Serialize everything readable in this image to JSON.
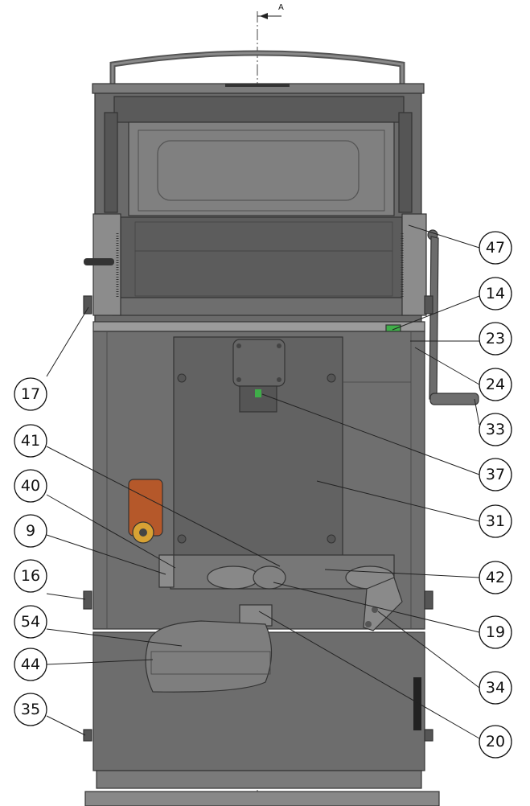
{
  "section_marker": "A",
  "colors": {
    "body": "#6f6f6f",
    "body_dark": "#4a4a4a",
    "panel": "#5e5e5e",
    "motor": "#b5582a",
    "green_part": "#3fae49",
    "window": "#7a7a7a"
  },
  "callouts": [
    {
      "id": "47",
      "label": "47"
    },
    {
      "id": "14",
      "label": "14"
    },
    {
      "id": "23",
      "label": "23"
    },
    {
      "id": "17",
      "label": "17"
    },
    {
      "id": "24",
      "label": "24"
    },
    {
      "id": "33",
      "label": "33"
    },
    {
      "id": "41",
      "label": "41"
    },
    {
      "id": "37",
      "label": "37"
    },
    {
      "id": "40",
      "label": "40"
    },
    {
      "id": "31",
      "label": "31"
    },
    {
      "id": "9",
      "label": "9"
    },
    {
      "id": "16",
      "label": "16"
    },
    {
      "id": "42",
      "label": "42"
    },
    {
      "id": "19",
      "label": "19"
    },
    {
      "id": "54",
      "label": "54"
    },
    {
      "id": "44",
      "label": "44"
    },
    {
      "id": "34",
      "label": "34"
    },
    {
      "id": "35",
      "label": "35"
    },
    {
      "id": "20",
      "label": "20"
    }
  ]
}
